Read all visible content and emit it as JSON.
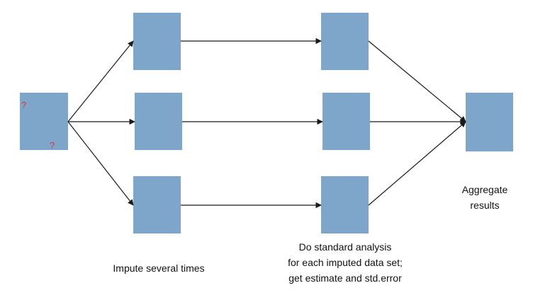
{
  "diagram": {
    "missing_marks": [
      "?",
      "?"
    ],
    "captions": {
      "impute": "Impute several times",
      "analysis": {
        "line1": "Do standard analysis",
        "line2": "for each imputed data set;",
        "line3": "get estimate and std.error"
      },
      "aggregate": {
        "line1": "Aggregate",
        "line2": "results"
      }
    },
    "colors": {
      "box_fill": "#7ea6cb",
      "arrow": "#1a1a1a",
      "missing_mark": "#e0303a"
    }
  }
}
